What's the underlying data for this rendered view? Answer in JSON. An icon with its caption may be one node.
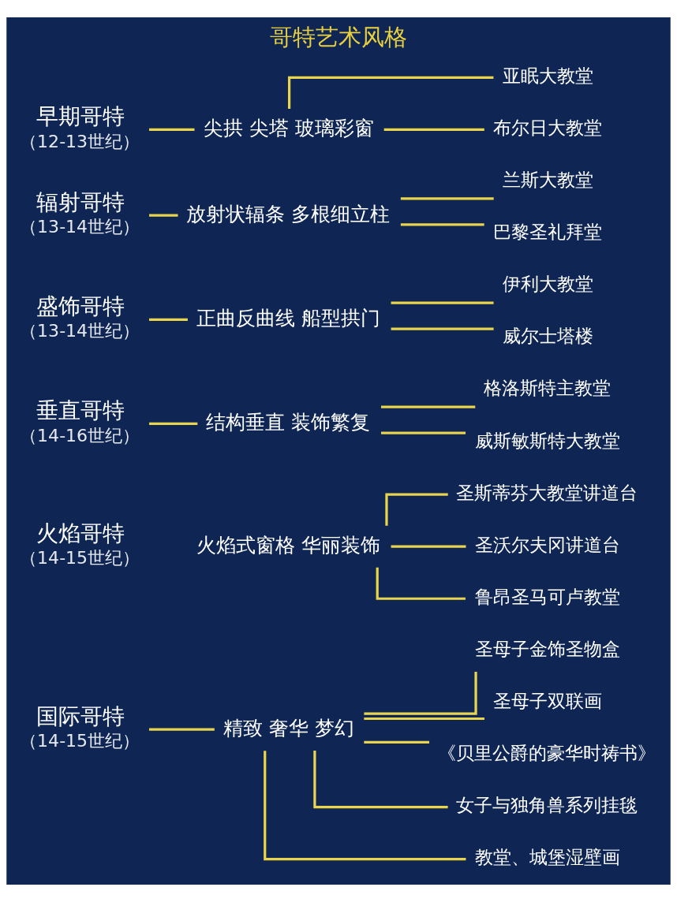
{
  "diagram": {
    "title": "哥特艺术风格",
    "nodes": [
      {
        "text": [
          "早期哥特",
          "（12-13世纪）"
        ]
      },
      {
        "text": [
          "尖拱 尖塔 玻璃彩窗"
        ]
      },
      {
        "text": [
          "亚眠大教堂"
        ]
      },
      {
        "text": [
          "布尔日大教堂"
        ]
      },
      {
        "text": [
          "辐射哥特",
          "（13-14世纪）"
        ]
      },
      {
        "text": [
          "放射状辐条 多根细立柱"
        ]
      },
      {
        "text": [
          "兰斯大教堂"
        ]
      },
      {
        "text": [
          "巴黎圣礼拜堂"
        ]
      },
      {
        "text": [
          "盛饰哥特",
          "（13-14世纪）"
        ]
      },
      {
        "text": [
          "正曲反曲线 船型拱门"
        ]
      },
      {
        "text": [
          "伊利大教堂"
        ]
      },
      {
        "text": [
          "威尔士塔楼"
        ]
      },
      {
        "text": [
          "垂直哥特",
          "（14-16世纪）"
        ]
      },
      {
        "text": [
          "结构垂直 装饰繁复"
        ]
      },
      {
        "text": [
          "格洛斯特主教堂"
        ]
      },
      {
        "text": [
          "威斯敏斯特大教堂"
        ]
      },
      {
        "text": [
          "火焰哥特",
          "（14-15世纪）"
        ]
      },
      {
        "text": [
          "火焰式窗格 华丽装饰"
        ]
      },
      {
        "text": [
          "圣斯蒂芬大教堂讲道台"
        ]
      },
      {
        "text": [
          "圣沃尔夫冈讲道台"
        ]
      },
      {
        "text": [
          "鲁昂圣马可卢教堂"
        ]
      },
      {
        "text": [
          "国际哥特",
          "（14-15世纪）"
        ]
      },
      {
        "text": [
          "精致 奢华 梦幻"
        ]
      },
      {
        "text": [
          "圣母子金饰圣物盒"
        ]
      },
      {
        "text": [
          "圣母子双联画"
        ]
      },
      {
        "text": [
          "《贝里公爵的豪华时祷书》"
        ]
      },
      {
        "text": [
          "女子与独角兽系列挂毯"
        ]
      },
      {
        "text": [
          "教堂、城堡湿壁画"
        ]
      }
    ],
    "edges": [
      {
        "from": 0,
        "to": 1,
        "arrow": "none"
      },
      {
        "from": 1,
        "to": 2,
        "arrow": "none"
      },
      {
        "from": 1,
        "to": 3,
        "arrow": "none"
      },
      {
        "from": 4,
        "to": 5,
        "arrow": "none"
      },
      {
        "from": 5,
        "to": 6,
        "arrow": "none"
      },
      {
        "from": 5,
        "to": 7,
        "arrow": "none"
      },
      {
        "from": 8,
        "to": 9,
        "arrow": "none"
      },
      {
        "from": 9,
        "to": 10,
        "arrow": "none"
      },
      {
        "from": 9,
        "to": 11,
        "arrow": "none"
      },
      {
        "from": 12,
        "to": 13,
        "arrow": "none"
      },
      {
        "from": 13,
        "to": 14,
        "arrow": "none"
      },
      {
        "from": 13,
        "to": 15,
        "arrow": "none"
      },
      {
        "from": 17,
        "to": 18,
        "arrow": "none"
      },
      {
        "from": 17,
        "to": 19,
        "arrow": "none"
      },
      {
        "from": 17,
        "to": 20,
        "arrow": "none"
      },
      {
        "from": 21,
        "to": 22,
        "arrow": "none"
      },
      {
        "from": 22,
        "to": 23,
        "arrow": "none"
      },
      {
        "from": 22,
        "to": 24,
        "arrow": "none"
      },
      {
        "from": 22,
        "to": 25,
        "arrow": "none"
      },
      {
        "from": 22,
        "to": 26,
        "arrow": "none"
      },
      {
        "from": 22,
        "to": 27,
        "arrow": "none"
      }
    ]
  }
}
